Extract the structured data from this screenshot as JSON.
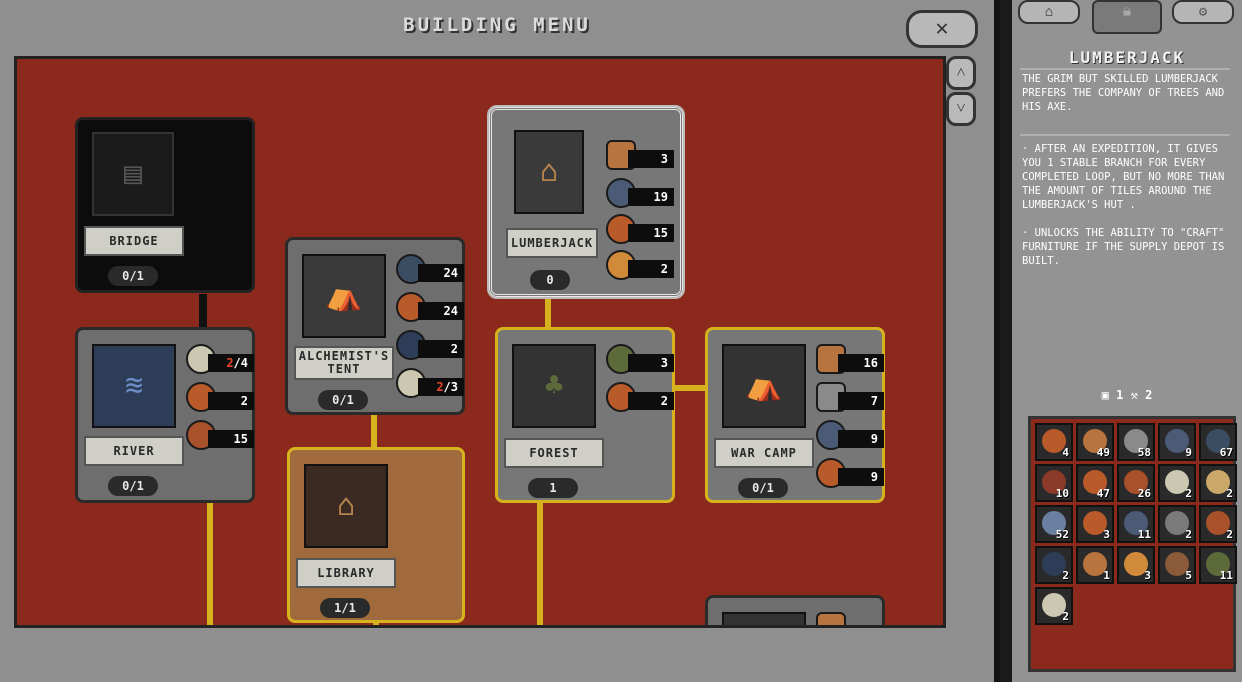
{
  "window": {
    "title": "BUILDING MENU",
    "close_icon": "✕"
  },
  "scroll": {
    "up": "˄",
    "down": "˅"
  },
  "buildings": {
    "bridge": {
      "label": "BRIDGE",
      "count": "0/1"
    },
    "river": {
      "label": "RIVER",
      "count": "0/1",
      "resources": [
        {
          "value_a": "2",
          "value_b": "/4",
          "color": "#cbc7b0"
        },
        {
          "value": "2",
          "color": "#b85a2a"
        },
        {
          "value": "15",
          "color": "#a8512a"
        }
      ]
    },
    "alchemist": {
      "label": "ALCHEMIST'S TENT",
      "count": "0/1",
      "resources": [
        {
          "value": "24",
          "color": "#3b4d63"
        },
        {
          "value": "24",
          "color": "#b85a2a"
        },
        {
          "value": "2",
          "color": "#2e3d57"
        },
        {
          "value_a": "2",
          "value_b": "/3",
          "color": "#cbc7b0"
        }
      ]
    },
    "library": {
      "label": "LIBRARY",
      "count": "1/1"
    },
    "lumberjack": {
      "label": "LUMBERJACK",
      "count": "0",
      "resources": [
        {
          "value": "3",
          "color": "#b8743e"
        },
        {
          "value": "19",
          "color": "#4b5b76"
        },
        {
          "value": "15",
          "color": "#b85a2a"
        },
        {
          "value": "2",
          "color": "#d08a3a"
        }
      ]
    },
    "forest": {
      "label": "FOREST",
      "count": "1",
      "resources": [
        {
          "value": "3",
          "color": "#5d6a3a"
        },
        {
          "value": "2",
          "color": "#b85a2a"
        }
      ]
    },
    "war_camp": {
      "label": "WAR CAMP",
      "count": "0/1",
      "resources": [
        {
          "value": "16",
          "color": "#b8743e"
        },
        {
          "value": "7",
          "color": "#8a8a8a"
        },
        {
          "value": "9",
          "color": "#4b5b76"
        },
        {
          "value": "9",
          "color": "#b85a2a"
        }
      ]
    }
  },
  "panel": {
    "top_left_icon": "⌂",
    "top_right_icon": "⚙",
    "title": "LUMBERJACK",
    "description": "THE GRIM BUT SKILLED LUMBERJACK PREFERS THE COMPANY OF TREES AND HIS AXE.",
    "effect_1": "· AFTER AN EXPEDITION, IT GIVES YOU 1 STABLE BRANCH FOR EVERY COMPLETED LOOP, BUT NO MORE THAN THE AMOUNT OF TILES AROUND THE LUMBERJACK'S HUT .",
    "effect_2": "· UNLOCKS THE ABILITY TO \"CRAFT\" FURNITURE IF THE SUPPLY DEPOT IS BUILT.",
    "capacity_a": "1",
    "capacity_b": "2"
  },
  "inventory": [
    {
      "qty": "4",
      "color": "#b85a2a"
    },
    {
      "qty": "49",
      "color": "#b8743e"
    },
    {
      "qty": "58",
      "color": "#8a8a8a"
    },
    {
      "qty": "9",
      "color": "#4b5b76"
    },
    {
      "qty": "67",
      "color": "#3b4d63"
    },
    {
      "qty": "10",
      "color": "#8b3a2a"
    },
    {
      "qty": "47",
      "color": "#b85a2a"
    },
    {
      "qty": "26",
      "color": "#a8512a"
    },
    {
      "qty": "2",
      "color": "#cbc7b0"
    },
    {
      "qty": "2",
      "color": "#c9a86a"
    },
    {
      "qty": "52",
      "color": "#6b7fa0"
    },
    {
      "qty": "3",
      "color": "#b85a2a"
    },
    {
      "qty": "11",
      "color": "#4b5b76"
    },
    {
      "qty": "2",
      "color": "#7a7a7a"
    },
    {
      "qty": "2",
      "color": "#a8512a"
    },
    {
      "qty": "2",
      "color": "#2e3d57"
    },
    {
      "qty": "1",
      "color": "#b8743e"
    },
    {
      "qty": "3",
      "color": "#d08a3a"
    },
    {
      "qty": "5",
      "color": "#8a5a3a"
    },
    {
      "qty": "11",
      "color": "#5d6a3a"
    },
    {
      "qty": "2",
      "color": "#cbc7b0"
    }
  ]
}
